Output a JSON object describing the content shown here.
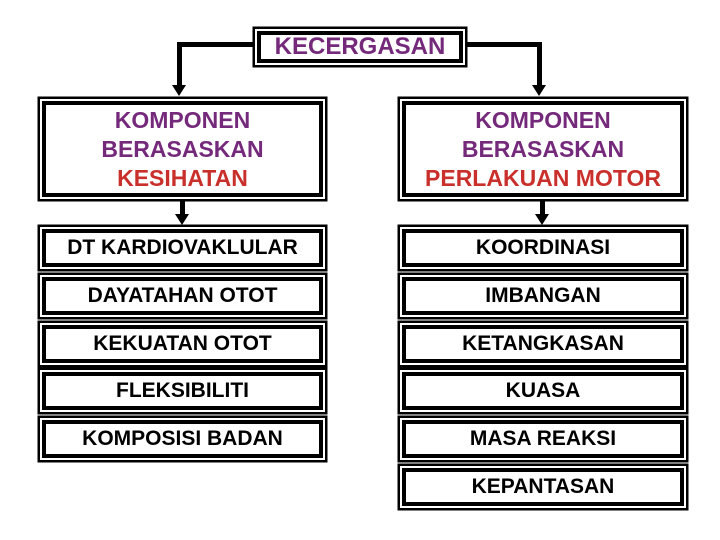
{
  "diagram": {
    "title": "KECERGASAN",
    "colors": {
      "title_text": "#75297B",
      "highlight_text": "#C9302C",
      "body_text": "#000000",
      "line": "#000000",
      "background": "#FFFFFF"
    },
    "left_branch": {
      "header": {
        "line1": "KOMPONEN",
        "line2": "BERASASKAN",
        "line3": "KESIHATAN"
      },
      "items": [
        "DT KARDIOVAKLULAR",
        "DAYATAHAN OTOT",
        "KEKUATAN OTOT",
        "FLEKSIBILITI",
        "KOMPOSISI BADAN"
      ]
    },
    "right_branch": {
      "header": {
        "line1": "KOMPONEN",
        "line2": "BERASASKAN",
        "line3": "PERLAKUAN MOTOR"
      },
      "items": [
        "KOORDINASI",
        "IMBANGAN",
        "KETANGKASAN",
        "KUASA",
        "MASA REAKSI",
        "KEPANTASAN"
      ]
    }
  }
}
